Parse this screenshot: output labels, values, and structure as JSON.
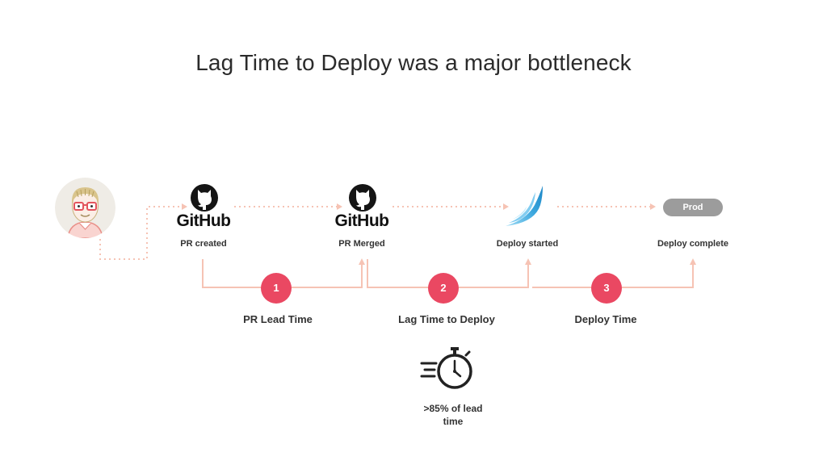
{
  "title": "Lag Time to Deploy was a major bottleneck",
  "colors": {
    "accent": "#ea4862",
    "connector": "#f6c3b4",
    "pill": "#9c9c9c",
    "deploy_logo_light": "#9fdcf5",
    "deploy_logo_dark": "#1c86c6"
  },
  "icons": {
    "developer": "developer-avatar-icon",
    "github": "github-octocat-icon",
    "deploy": "deploy-wing-logo-icon",
    "timer": "stopwatch-icon"
  },
  "stages": [
    {
      "logo_text": "GitHub",
      "label": "PR created"
    },
    {
      "logo_text": "GitHub",
      "label": "PR Merged"
    },
    {
      "logo_text": "",
      "label": "Deploy started"
    },
    {
      "logo_text": "Prod",
      "label": "Deploy complete"
    }
  ],
  "phases": [
    {
      "number": "1",
      "label": "PR Lead Time"
    },
    {
      "number": "2",
      "label": "Lag Time to Deploy"
    },
    {
      "number": "3",
      "label": "Deploy Time"
    }
  ],
  "callout": {
    "line1": ">85% of lead",
    "line2": "time"
  }
}
